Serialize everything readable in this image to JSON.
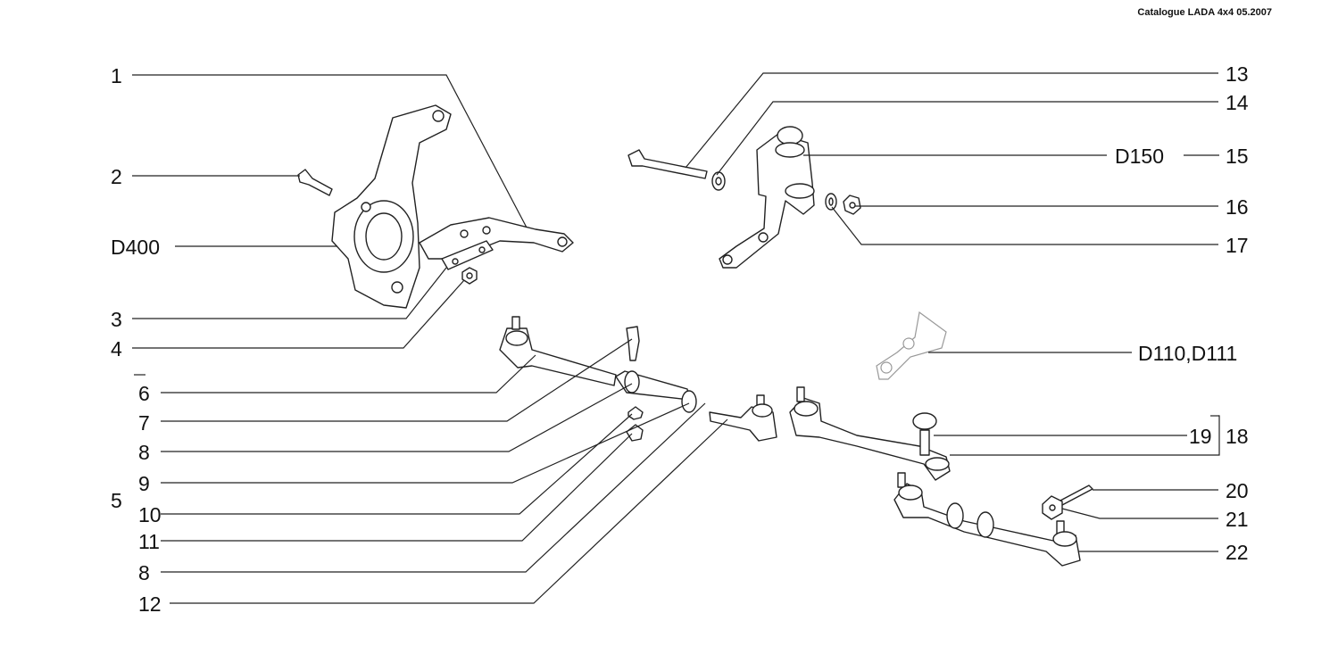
{
  "header": {
    "catalogue": "Catalogue LADA 4x4 05.2007"
  },
  "labels": {
    "p1": "1",
    "p2": "2",
    "d400": "D400",
    "p3": "3",
    "p4": "4",
    "p5": "5",
    "p6": "6",
    "p7": "7",
    "p8a": "8",
    "p9": "9",
    "p10": "10",
    "p11": "11",
    "p8b": "8",
    "p12": "12",
    "p13": "13",
    "p14": "14",
    "d150": "D150",
    "p15": "15",
    "p16": "16",
    "p17": "17",
    "d110": "D110,D111",
    "p19": "19",
    "p18": "18",
    "p20": "20",
    "p21": "21",
    "p22": "22"
  }
}
